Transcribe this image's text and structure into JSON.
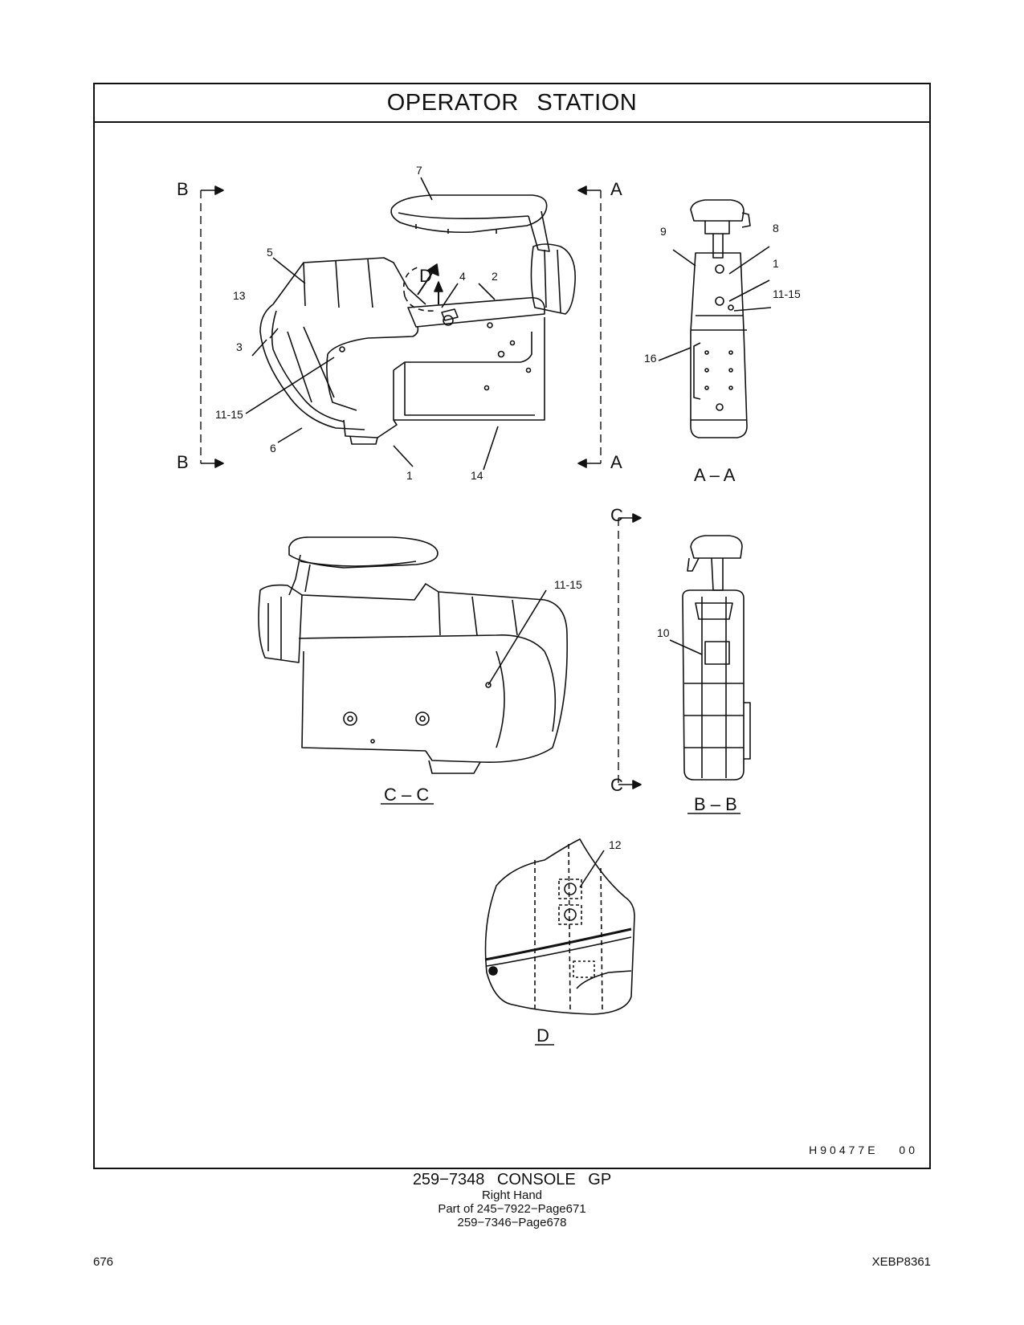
{
  "header": {
    "title": "OPERATOR   STATION"
  },
  "figure": {
    "code": "H90477E   00",
    "section_letters": {
      "b": "B",
      "a": "A",
      "c": "C",
      "d": "D"
    },
    "view_labels": {
      "aa": "A – A",
      "bb": "B – B",
      "cc": "C – C",
      "d": "D"
    },
    "callouts": {
      "c1": "1",
      "c2": "2",
      "c3": "3",
      "c4": "4",
      "c5": "5",
      "c6": "6",
      "c7": "7",
      "c8": "8",
      "c9": "9",
      "c10": "10",
      "c12": "12",
      "c13": "13",
      "c14": "14",
      "c16": "16",
      "c1115": "11-15"
    }
  },
  "caption": {
    "part": "259−7348   CONSOLE  GP",
    "side": "Right  Hand",
    "part_of": "Part of 245−7922−Page671",
    "part_of_2": "259−7346−Page678"
  },
  "footer": {
    "page_number": "676",
    "doc_code": "XEBP8361"
  }
}
